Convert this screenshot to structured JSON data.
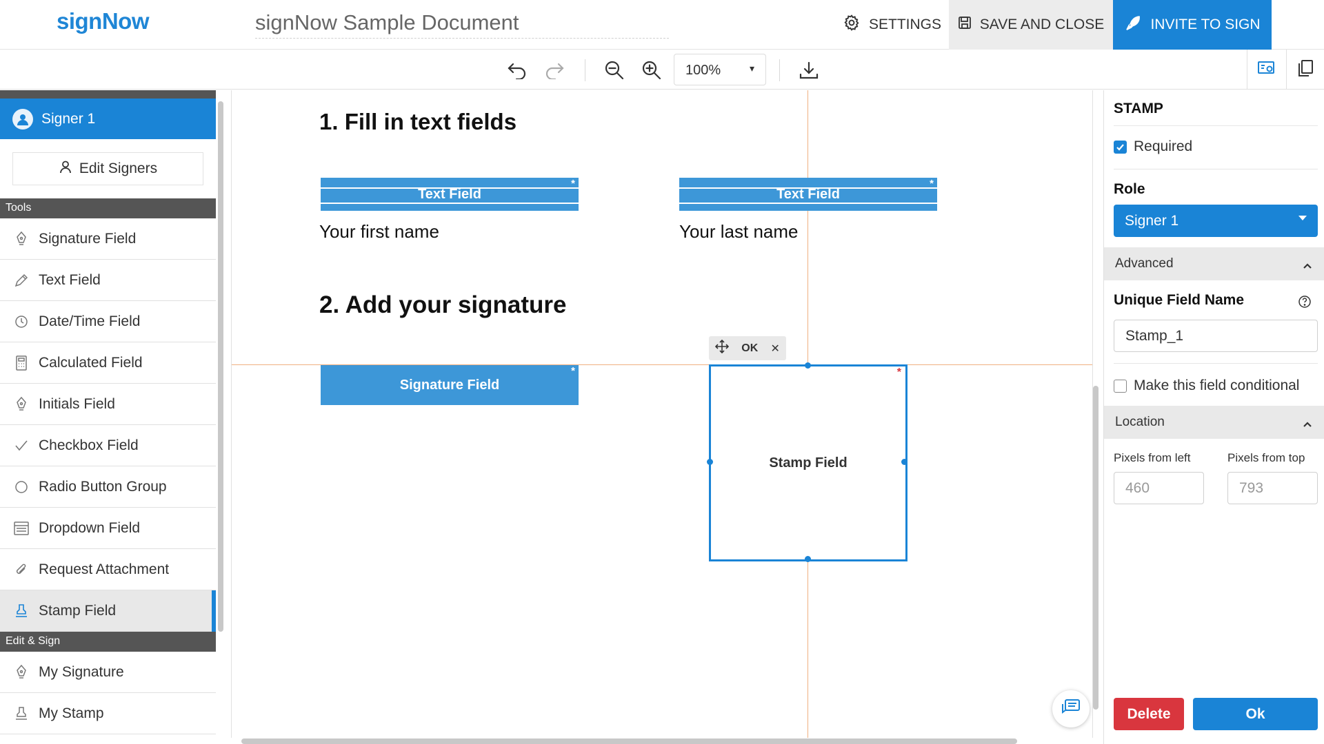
{
  "header": {
    "logo": "signNow",
    "doc_title": "signNow Sample Document",
    "settings_label": "SETTINGS",
    "save_close_label": "SAVE AND CLOSE",
    "invite_label": "INVITE TO SIGN"
  },
  "toolbar": {
    "zoom": "100%",
    "zoom_caret": "▾"
  },
  "sidebar": {
    "signer": "Signer 1",
    "edit_signers": "Edit Signers",
    "tools_heading": "Tools",
    "tools": [
      {
        "label": "Signature Field",
        "icon": "pen-nib-icon"
      },
      {
        "label": "Text Field",
        "icon": "pencil-icon"
      },
      {
        "label": "Date/Time Field",
        "icon": "clock-icon"
      },
      {
        "label": "Calculated Field",
        "icon": "calculator-icon"
      },
      {
        "label": "Initials Field",
        "icon": "pen-nib-icon"
      },
      {
        "label": "Checkbox Field",
        "icon": "checkmark-icon"
      },
      {
        "label": "Radio Button Group",
        "icon": "radio-icon"
      },
      {
        "label": "Dropdown Field",
        "icon": "dropdown-list-icon"
      },
      {
        "label": "Request Attachment",
        "icon": "paperclip-icon"
      },
      {
        "label": "Stamp Field",
        "icon": "stamp-icon",
        "active": true
      }
    ],
    "edit_sign_heading": "Edit & Sign",
    "edit_sign_items": [
      {
        "label": "My Signature",
        "icon": "pen-nib-icon"
      },
      {
        "label": "My Stamp",
        "icon": "stamp-icon"
      }
    ]
  },
  "document": {
    "heading1": "1. Fill in text fields",
    "text_field_label": "Text Field",
    "text_field_label_2": "Text Field",
    "required_mark": "*",
    "caption_first": "Your first name",
    "caption_last": "Your last name",
    "heading2": "2. Add your signature",
    "signature_field_label": "Signature Field",
    "stamp_field_label": "Stamp Field",
    "mini_ok": "OK",
    "mini_close": "✕"
  },
  "panel": {
    "title": "STAMP",
    "required_label": "Required",
    "required_checked": true,
    "role_label": "Role",
    "role_value": "Signer 1",
    "advanced_label": "Advanced",
    "unique_name_label": "Unique Field Name",
    "unique_name_value": "Stamp_1",
    "conditional_label": "Make this field conditional",
    "conditional_checked": false,
    "location_label": "Location",
    "left_label": "Pixels from left",
    "top_label": "Pixels from top",
    "left_value": "460",
    "top_value": "793",
    "delete_label": "Delete",
    "ok_label": "Ok"
  },
  "colors": {
    "accent": "#1a84d6",
    "field_blue": "#3d97d8",
    "danger": "#d9363e",
    "guide": "#f0b080"
  }
}
